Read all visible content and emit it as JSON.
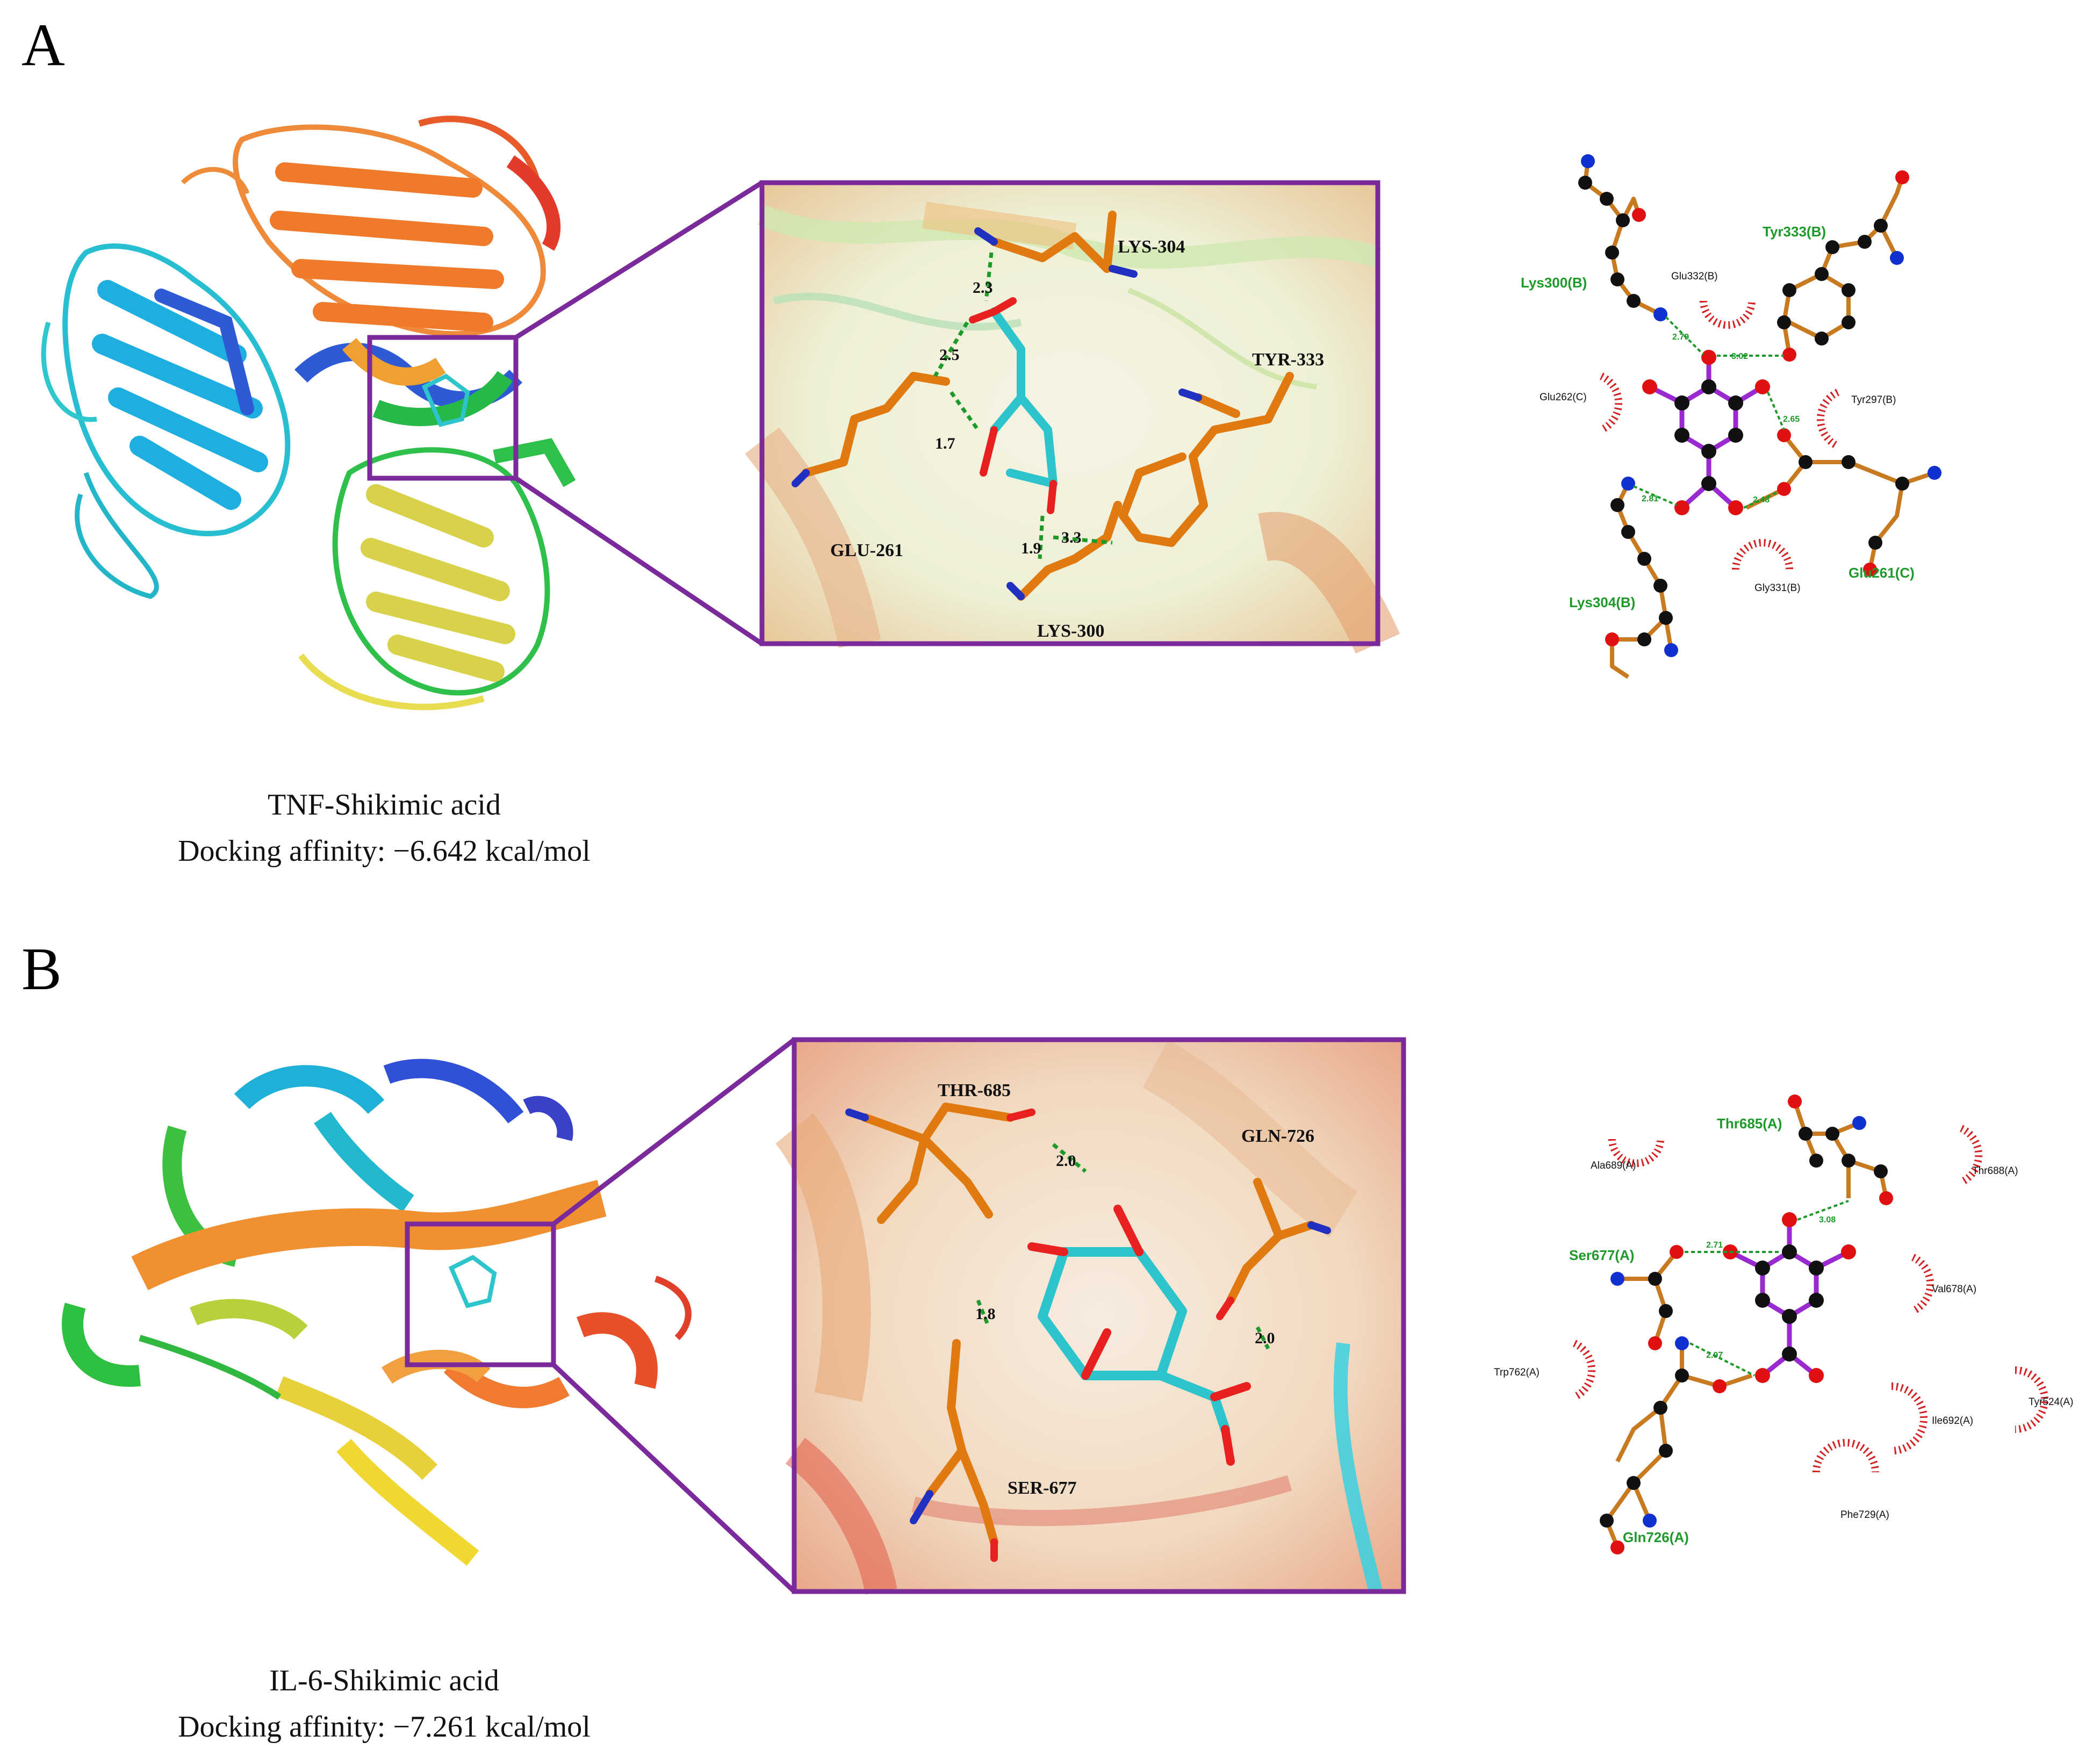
{
  "panels": [
    {
      "letter": "A",
      "caption_line1": "TNF-Shikimic acid",
      "caption_line2": "Docking affinity: −6.642 kcal/mol",
      "zoom_residues": [
        "LYS-304",
        "TYR-333",
        "GLU-261",
        "LYS-300"
      ],
      "zoom_distances": [
        "2.3",
        "2.5",
        "1.7",
        "1.9",
        "3.3"
      ],
      "ligplot_hbond_residues": [
        "Lys300(B)",
        "Tyr333(B)",
        "Lys304(B)",
        "Glu261(C)"
      ],
      "ligplot_hydrophobic": [
        "Glu332(B)",
        "Glu262(C)",
        "Tyr297(B)",
        "Gly331(B)"
      ],
      "ligplot_distances": [
        "2.79",
        "3.02",
        "2.65",
        "2.81",
        "2.48"
      ]
    },
    {
      "letter": "B",
      "caption_line1": "IL-6-Shikimic acid",
      "caption_line2": "Docking affinity: −7.261 kcal/mol",
      "zoom_residues": [
        "THR-685",
        "GLN-726",
        "SER-677"
      ],
      "zoom_distances": [
        "2.0",
        "1.8",
        "2.0"
      ],
      "ligplot_hbond_residues": [
        "Thr685(A)",
        "Ser677(A)",
        "Gln726(A)"
      ],
      "ligplot_hydrophobic": [
        "Ala689(A)",
        "Thr688(A)",
        "Val678(A)",
        "Trp762(A)",
        "Ile692(A)",
        "Tyr524(A)",
        "Phe729(A)"
      ],
      "ligplot_distances": [
        "2.71",
        "3.08",
        "2.97"
      ]
    }
  ],
  "colors": {
    "frame": "#7a2a9a",
    "ligand_cyan": "#2ec4cc",
    "residue_orange": "#e07a10",
    "hbond_green": "#1e9a2a",
    "hydrophobic_red": "#d42020",
    "ligand_bond_purple": "#9a2ad0",
    "atom_oxygen": "#e01010",
    "atom_nitrogen": "#1030d0",
    "atom_carbon": "#111111"
  }
}
